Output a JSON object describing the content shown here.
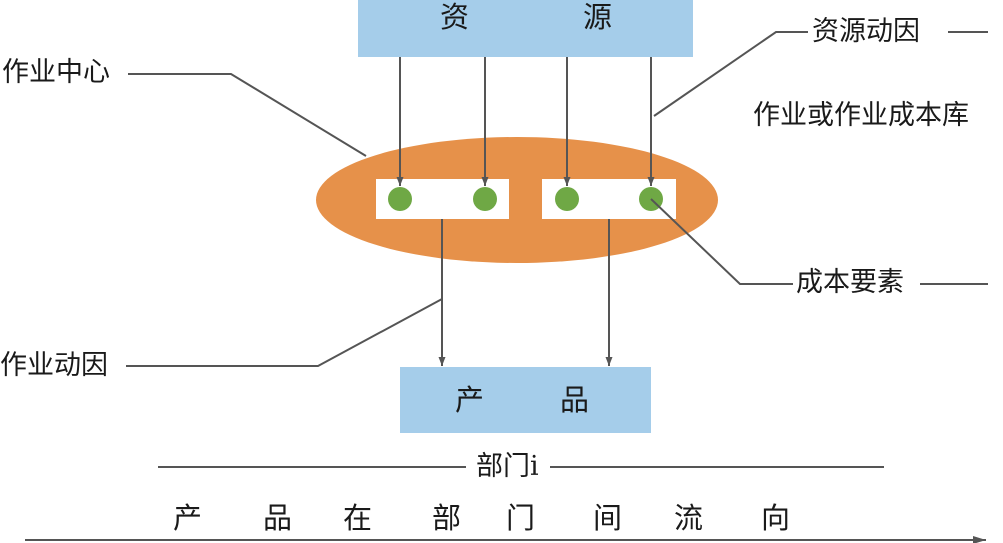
{
  "resources_box": {
    "chars": [
      "资",
      "源"
    ],
    "fill": "#a5cdea"
  },
  "product_box": {
    "chars": [
      "产",
      "品"
    ],
    "fill": "#a5cdea"
  },
  "activity_center_ellipse": {
    "fill": "#e6914a"
  },
  "cost_pool_boxes": {
    "fill": "#ffffff"
  },
  "cost_element_dot": {
    "fill": "#6fa845"
  },
  "connector_color": "#555555",
  "labels": {
    "activity_center": "作业中心",
    "resource_driver": "资源动因",
    "activity_cost_pool": "作业或作业成本库",
    "cost_element": "成本要素",
    "activity_driver": "作业动因",
    "department": "部门i"
  },
  "flow_caption": {
    "chars": [
      "产",
      "品",
      "在",
      "部",
      "门",
      "间",
      "流",
      "向"
    ]
  }
}
